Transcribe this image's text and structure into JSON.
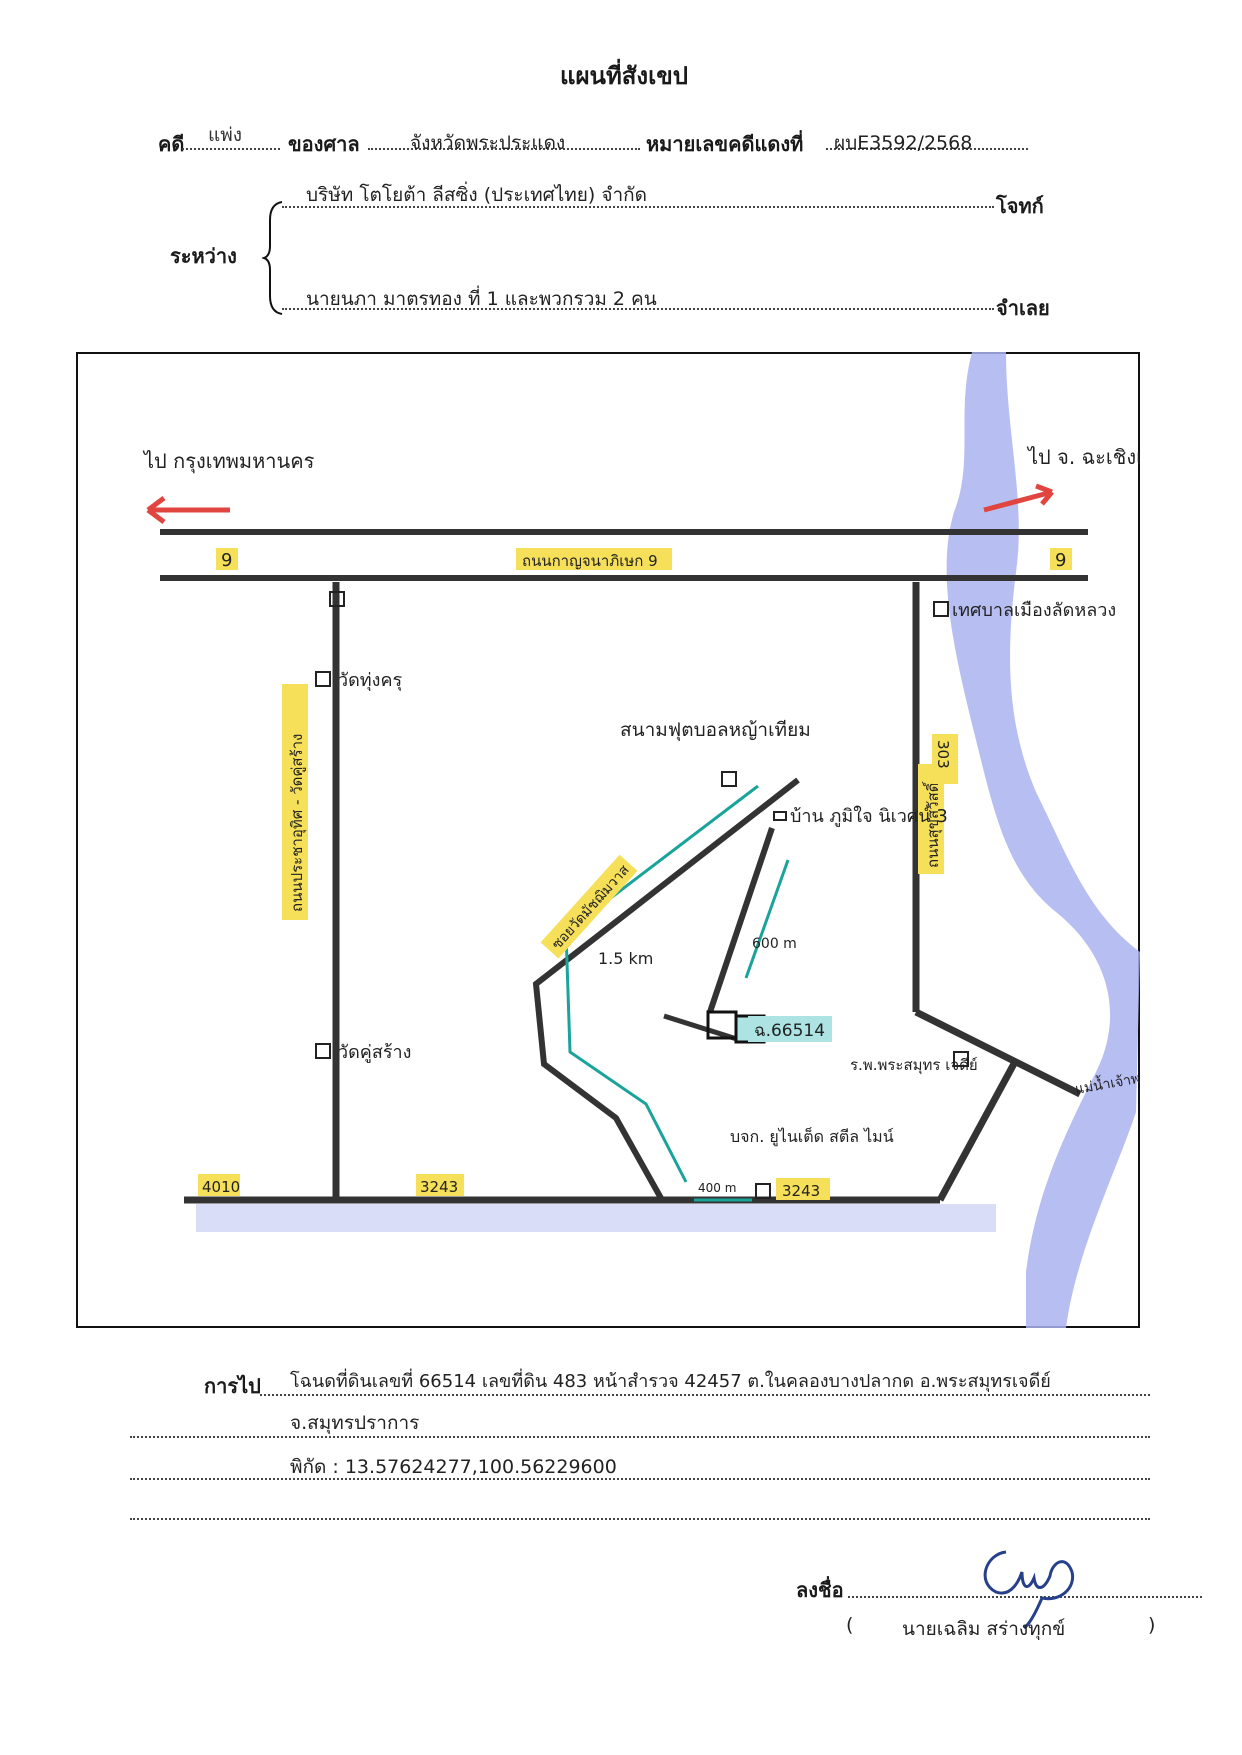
{
  "header": {
    "title": "แผนที่สังเขป",
    "case_label": "คดี",
    "case_type": "แพ่ง",
    "court_label": "ของศาล",
    "court_name": "จังหวัดพระประแดง",
    "red_no_label": "หมายเลขคดีแดงที่",
    "red_no": "ผบE3592/2568",
    "between_label": "ระหว่าง",
    "plaintiff": "บริษัท โตโยต้า ลีสซิ่ง (ประเทศไทย) จำกัด",
    "plaintiff_role": "โจทก์",
    "defendant": "นายนภา มาตรทอง ที่ 1 และพวกรวม 2 คน",
    "defendant_role": "จำเลย"
  },
  "map": {
    "to_left": "ไป กรุงเทพมหานคร",
    "to_right": "ไป จ. ฉะเชิงเทรา",
    "main_road": "ถนนกาญจนาภิเษก 9",
    "road_9_left": "9",
    "road_9_right": "9",
    "temple_1": "วัดทุ่งครุ",
    "temple_2": "วัดคู่สร้าง",
    "municipality": "เทศบาลเมืองลัดหลวง",
    "left_road": "ถนนประชาอุทิศ - วัดคู่สร้าง",
    "right_road": "ถนนสุขสวัสดิ์",
    "road_303": "303",
    "football_field": "สนามฟุตบอลหญ้าเทียม",
    "village": "บ้าน ภูมิใจ นิเวศน์ 3",
    "side_road": "ซอยวัดมัชฌิมวาส",
    "dist_long": "1.5 km",
    "dist_mid": "600 m",
    "dist_short": "400 m",
    "parcel": "ฉ.66514",
    "school": "ร.พ.พระสมุทร เจดีย์",
    "company": "บจก. ยูไนเต็ด สตีล ไมน์",
    "road_4010": "4010",
    "road_3243_a": "3243",
    "road_3243_b": "3243",
    "river": "แม่น้ำเจ้าพระยา"
  },
  "footer": {
    "directions_label": "การไป",
    "directions_line1": "โฉนดที่ดินเลขที่ 66514 เลขที่ดิน 483 หน้าสำรวจ 42457 ต.ในคลองบางปลากด อ.พระสมุทรเจดีย์",
    "directions_line2": "จ.สมุทรปราการ",
    "directions_line3": "พิกัด : 13.57624277,100.56229600",
    "sign_label": "ลงชื่อ",
    "signer_open": "(",
    "signer_name": "นายเฉลิม สร่างทุกข์",
    "signer_close": ")"
  },
  "colors": {
    "highlight": "#f6e05a",
    "river": "#8f9be6",
    "route": "#1aa39a",
    "arrow": "#e0463f",
    "parcel_fill": "#aee3e3"
  }
}
